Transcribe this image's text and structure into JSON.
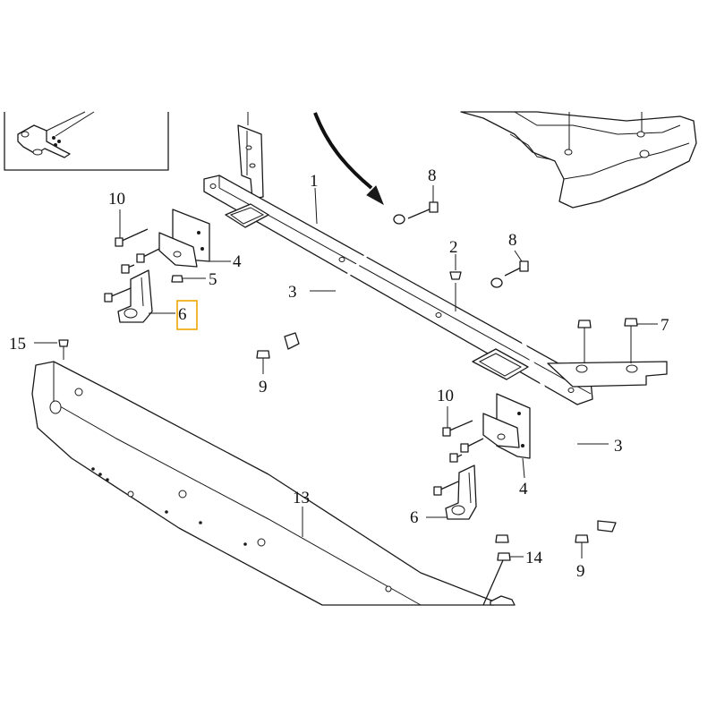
{
  "diagram": {
    "callouts": {
      "c1": "1",
      "c2": "2",
      "c3a": "3",
      "c3b": "3",
      "c4a": "4",
      "c4b": "4",
      "c5": "5",
      "c6a": "6",
      "c6b": "6",
      "c7": "7",
      "c8a": "8",
      "c8b": "8",
      "c9a": "9",
      "c9b": "9",
      "c10a": "10",
      "c10b": "10",
      "c13": "13",
      "c14": "14",
      "c15": "15"
    },
    "highlighted_callout": "6",
    "colors": {
      "line": "#1a1a1a",
      "highlight": "#f0a500",
      "background": "#ffffff"
    }
  }
}
